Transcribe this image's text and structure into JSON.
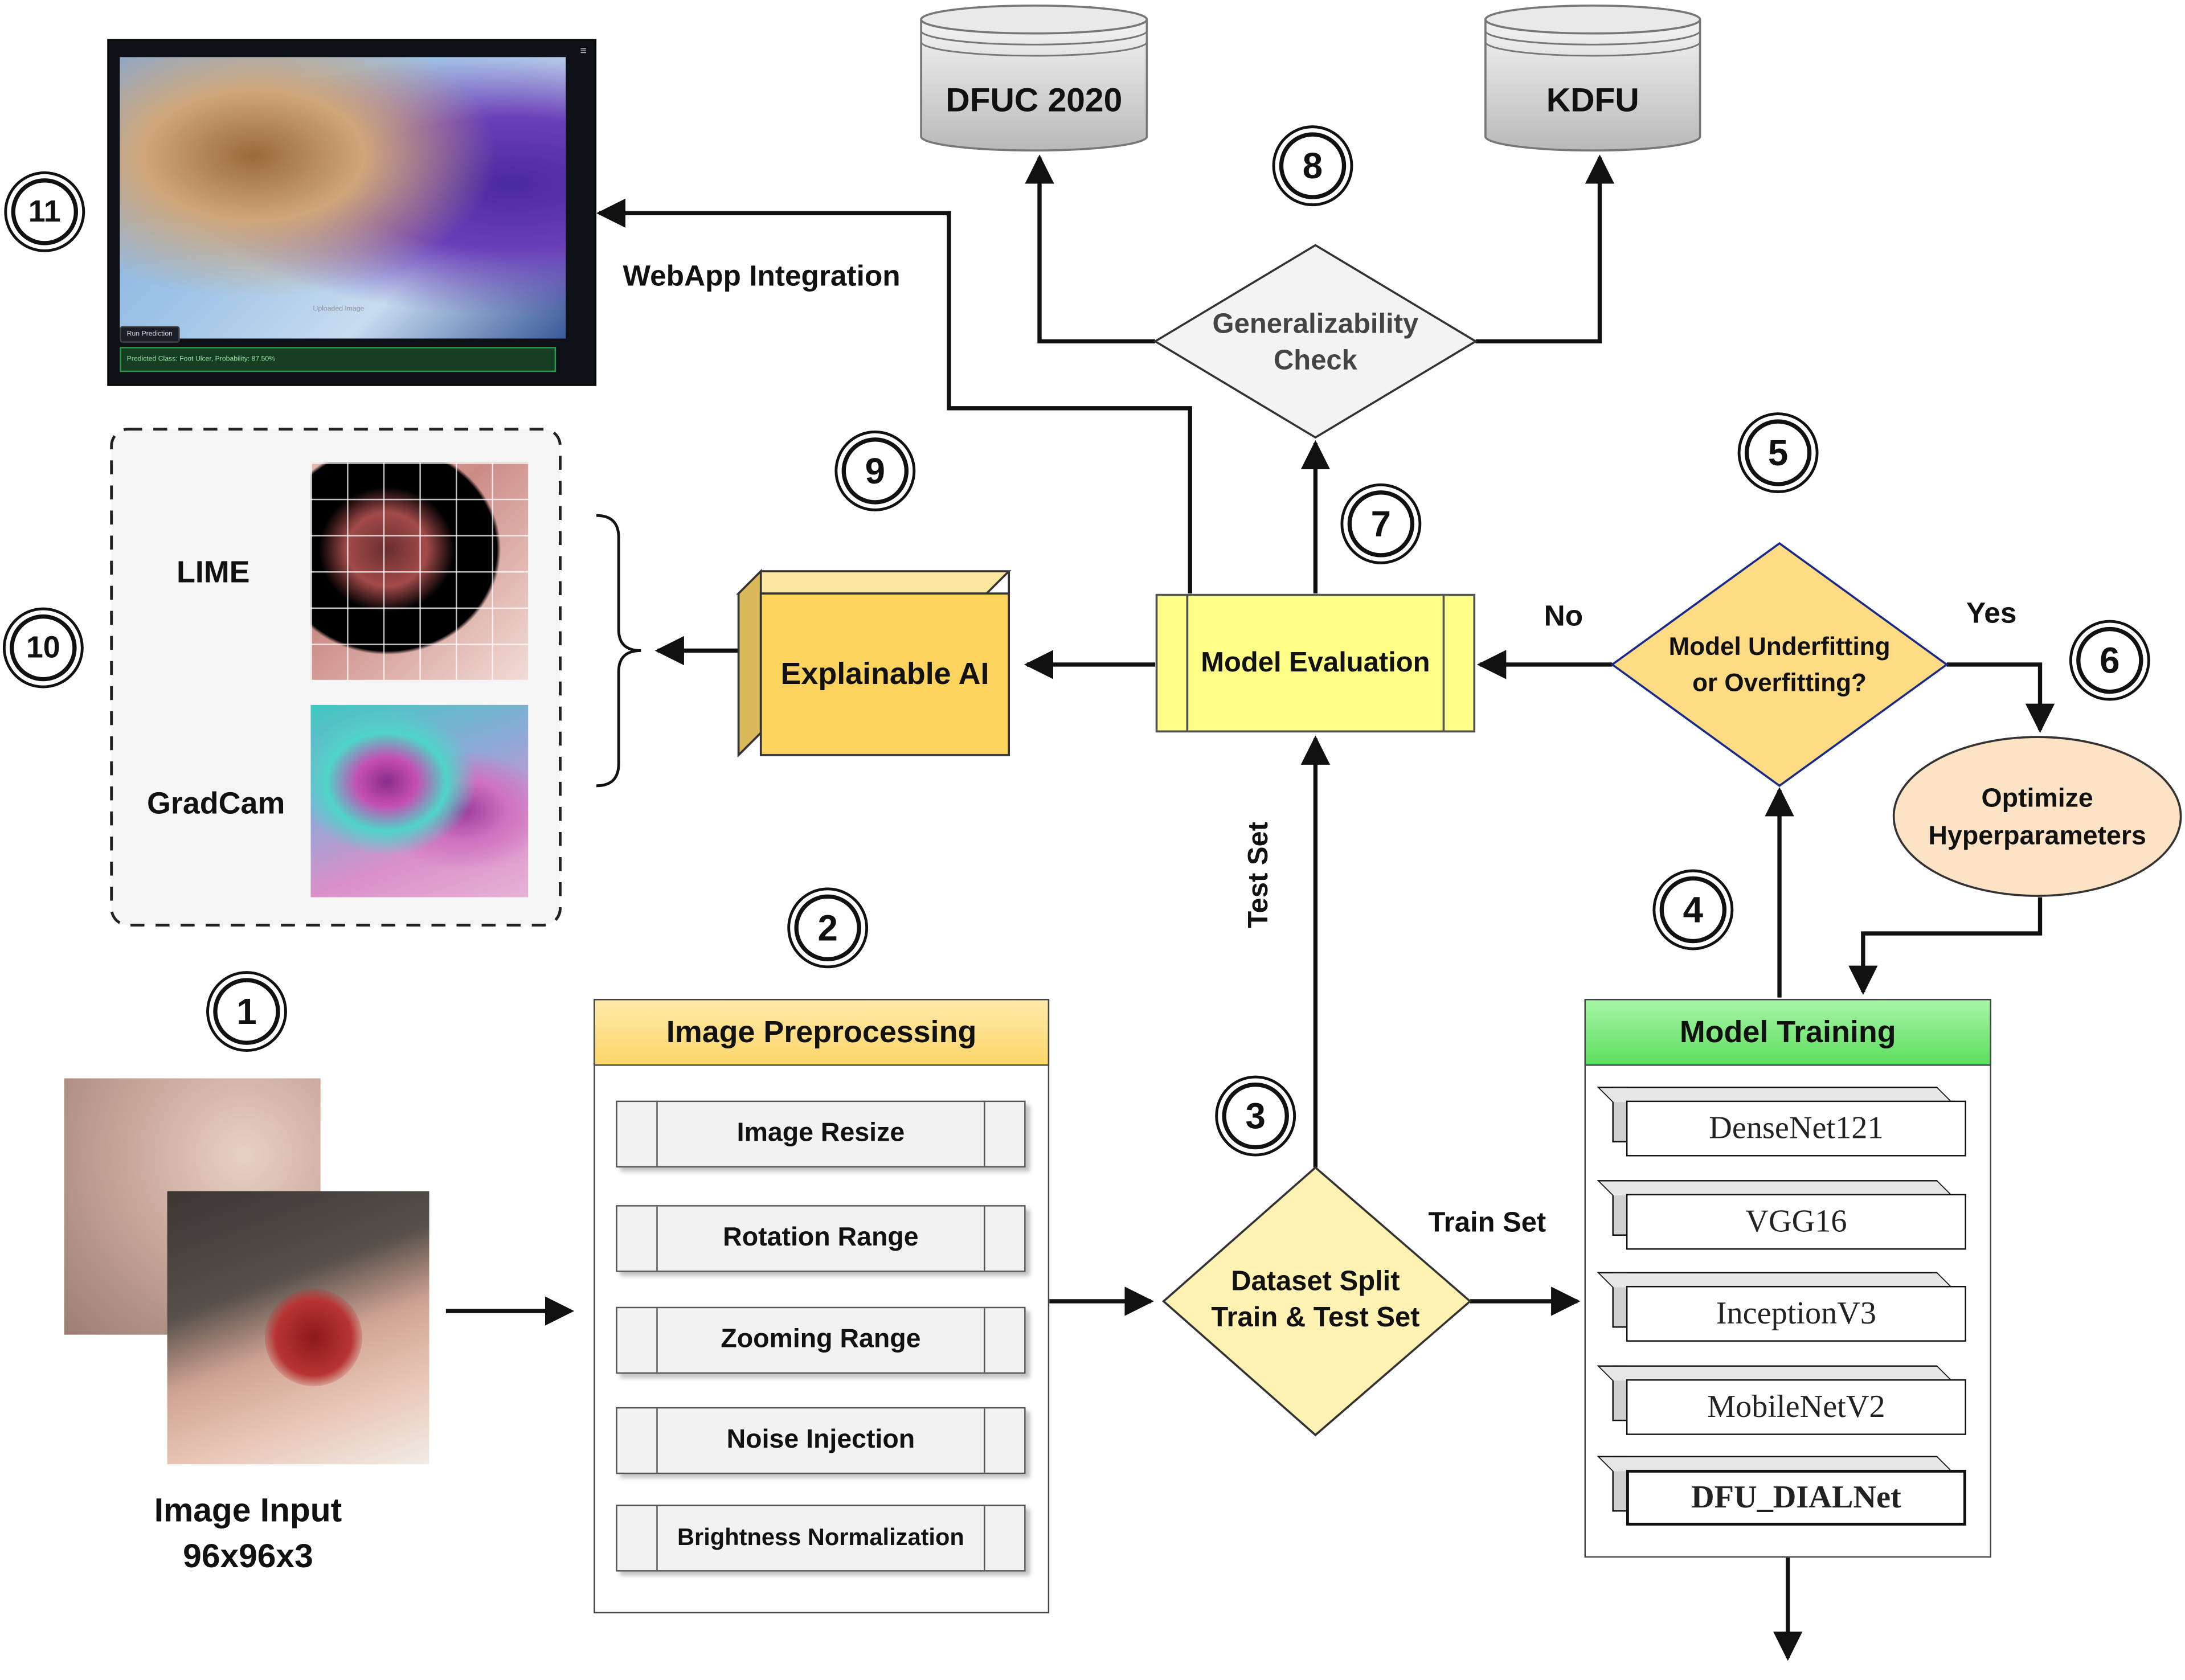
{
  "numbers": [
    "1",
    "2",
    "3",
    "4",
    "5",
    "6",
    "7",
    "8",
    "9",
    "10",
    "11"
  ],
  "input": {
    "label_line1": "Image Input",
    "label_line2": "96x96x3"
  },
  "preprocessing": {
    "title": "Image Preprocessing",
    "items": [
      "Image Resize",
      "Rotation Range",
      "Zooming Range",
      "Noise Injection",
      "Brightness Normalization"
    ]
  },
  "split": {
    "line1": "Dataset Split",
    "line2": "Train & Test Set",
    "train_label": "Train Set",
    "test_label": "Test Set"
  },
  "training": {
    "title": "Model Training",
    "models": [
      "DenseNet121",
      "VGG16",
      "InceptionV3",
      "MobileNetV2",
      "DFU_DIALNet"
    ]
  },
  "fit_check": {
    "line1": "Model Underfitting",
    "line2": "or Overfitting?",
    "yes": "Yes",
    "no": "No"
  },
  "optimize": {
    "line1": "Optimize",
    "line2": "Hyperparameters"
  },
  "evaluation": {
    "label": "Model Evaluation"
  },
  "generalizability": {
    "line1": "Generalizability",
    "line2": "Check"
  },
  "datasets": [
    "DFUC 2020",
    "KDFU"
  ],
  "xai": {
    "label": "Explainable AI",
    "methods": [
      "LIME",
      "GradCam"
    ]
  },
  "webapp": {
    "label": "WebApp Integration",
    "caption": "Uploaded Image",
    "button": "Run Prediction",
    "result": "Predicted Class: Foot Ulcer, Probability: 87.50%"
  },
  "colors": {
    "prep_header": "#fcd66a",
    "training_header": "#66e066",
    "evaluation": "#ffff88",
    "split": "#fff2b2",
    "fit_check": "#ffdd88",
    "optimize": "#fde3c6",
    "xai": "#fcd35c",
    "cylinder": "#d6d6d6"
  }
}
